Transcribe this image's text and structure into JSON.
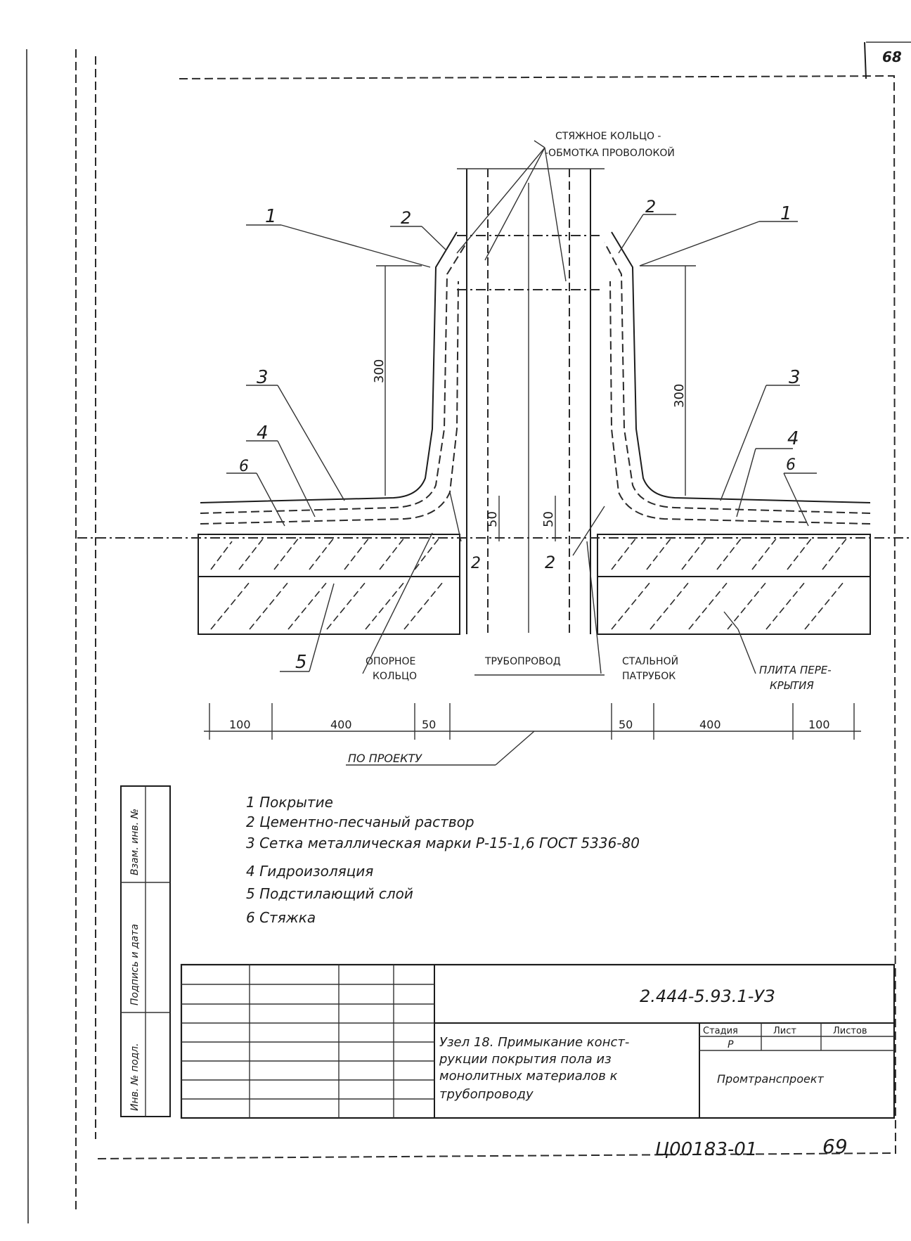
{
  "sheet": {
    "page_number_top": "68",
    "page_number_bottom": "69",
    "stamp_code": "Ц00183-01"
  },
  "callouts": {
    "ring_line1": "СТЯЖНОЕ КОЛЬЦО -",
    "ring_line2": "-ОБМОТКА ПРОВОЛОКОЙ",
    "n1_left": "1",
    "n2_left": "2",
    "n2_right": "2",
    "n1_right": "1",
    "n3_left": "3",
    "n4_left": "4",
    "n6_left": "6",
    "n3_right": "3",
    "n4_right": "4",
    "n6_right": "6",
    "n2_low_left": "2",
    "n2_low_right": "2",
    "n5": "5"
  },
  "dimensions": {
    "h300_left": "300",
    "h300_right": "300",
    "h50_left": "50",
    "h50_right": "50",
    "d100_left": "100",
    "d400_left": "400",
    "d50_left": "50",
    "d50_right": "50",
    "d400_right": "400",
    "d100_right": "100",
    "by_project": "ПО ПРОЕКТУ"
  },
  "bottom_labels": {
    "support_ring_1": "ОПОРНОЕ",
    "support_ring_2": "КОЛЬЦО",
    "pipeline": "ТРУБОПРОВОД",
    "steel_pipe_1": "СТАЛЬНОЙ",
    "steel_pipe_2": "ПАТРУБОК",
    "slab_1": "ПЛИТА ПЕРЕ-",
    "slab_2": "КРЫТИЯ"
  },
  "legend": [
    "1 Покрытие",
    "2 Цементно-песчаный раствор",
    "3 Сетка металлическая марки Р-15-1,6  ГОСТ 5336-80",
    "4 Гидроизоляция",
    "5 Подстилающий слой",
    "6 Стяжка"
  ],
  "side_stamp": {
    "col1": "Взам. инв. №",
    "col2": "Подпись и дата",
    "col3": "Инв. № подл."
  },
  "title_block": {
    "doc_code": "2.444-5.93.1-УЗ",
    "title_1": "Узел 18. Примыкание конст-",
    "title_2": "рукции покрытия пола из",
    "title_3": "монолитных материалов к",
    "title_4": "трубопроводу",
    "hdr_stage": "Стадия",
    "hdr_sheet": "Лист",
    "hdr_sheets": "Листов",
    "stage_value": "Р",
    "org": "Промтранспроект"
  }
}
